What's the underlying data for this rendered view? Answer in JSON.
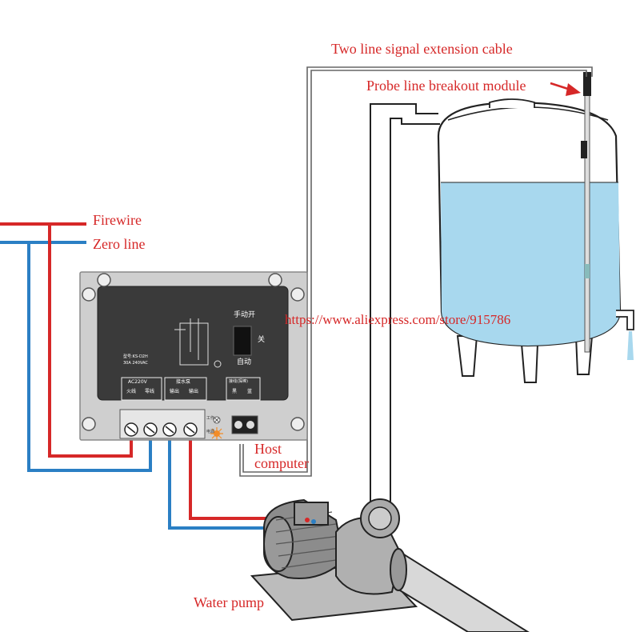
{
  "labels": {
    "signal_cable": "Two line signal extension cable",
    "probe_module": "Probe line breakout module",
    "firewire": "Firewire",
    "zero_line": "Zero line",
    "url": "https://www.aliexpress.com/store/915786",
    "host_computer_1": "Host",
    "host_computer_2": "computer",
    "water_pump": "Water pump"
  },
  "controller": {
    "manual_on": "手动开",
    "off": "关",
    "auto": "自动",
    "model": "型号:KS-D2H",
    "rating": "30A 240VAC",
    "power_header": "AC220V",
    "power_fire": "火线",
    "power_zero": "零线",
    "pump_header": "接水泵",
    "pump_out1": "输出",
    "pump_out2": "输出",
    "probe_header": "接线(探棒)",
    "probe_black": "黑",
    "probe_blue": "蓝",
    "work_label": "工作",
    "power_label": "电源"
  },
  "colors": {
    "fire_wire": "#d62828",
    "zero_wire": "#2b7fc4",
    "label_red": "#d62828",
    "water": "#a8d8ee",
    "panel": "#3a3a3a",
    "chassis": "#cfcfcf"
  }
}
